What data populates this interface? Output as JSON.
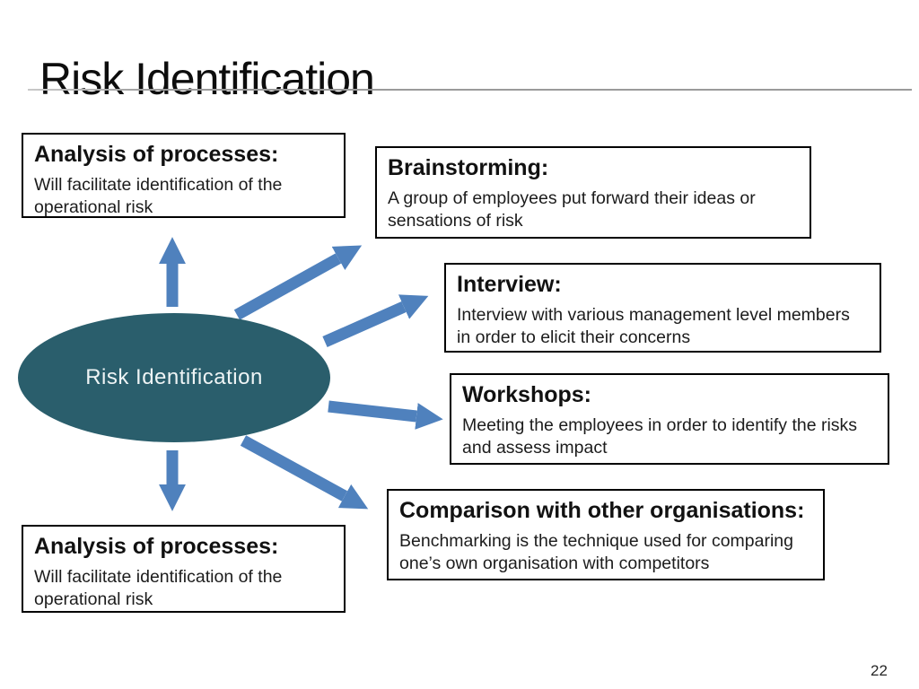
{
  "slide": {
    "title": "Risk Identification",
    "page_number": "22"
  },
  "center_node": {
    "label": "Risk Identification"
  },
  "boxes": [
    {
      "id": "analysis-top",
      "heading": "Analysis of processes:",
      "body": "Will facilitate identification of the\noperational risk"
    },
    {
      "id": "brainstorming",
      "heading": "Brainstorming:",
      "body": "A group of employees put forward their ideas or\nsensations of risk"
    },
    {
      "id": "interview",
      "heading": "Interview:",
      "body": "Interview with various management level members\nin order to elicit their concerns"
    },
    {
      "id": "workshops",
      "heading": "Workshops:",
      "body": "Meeting the employees in order to identify the risks\nand assess impact"
    },
    {
      "id": "comparison",
      "heading": "Comparison with other organisations:",
      "body": "Benchmarking is the technique used for comparing\none’s own organisation with competitors"
    },
    {
      "id": "analysis-bottom",
      "heading": "Analysis of processes:",
      "body": "Will facilitate identification of the\noperational risk"
    }
  ],
  "colors": {
    "ellipse_fill": "#2A5E6C",
    "arrow": "#4F81BD",
    "box_border": "#000000",
    "divider": "#9A9A9A",
    "title_text": "#0D0D0D",
    "ellipse_text": "#EEF4F5"
  }
}
